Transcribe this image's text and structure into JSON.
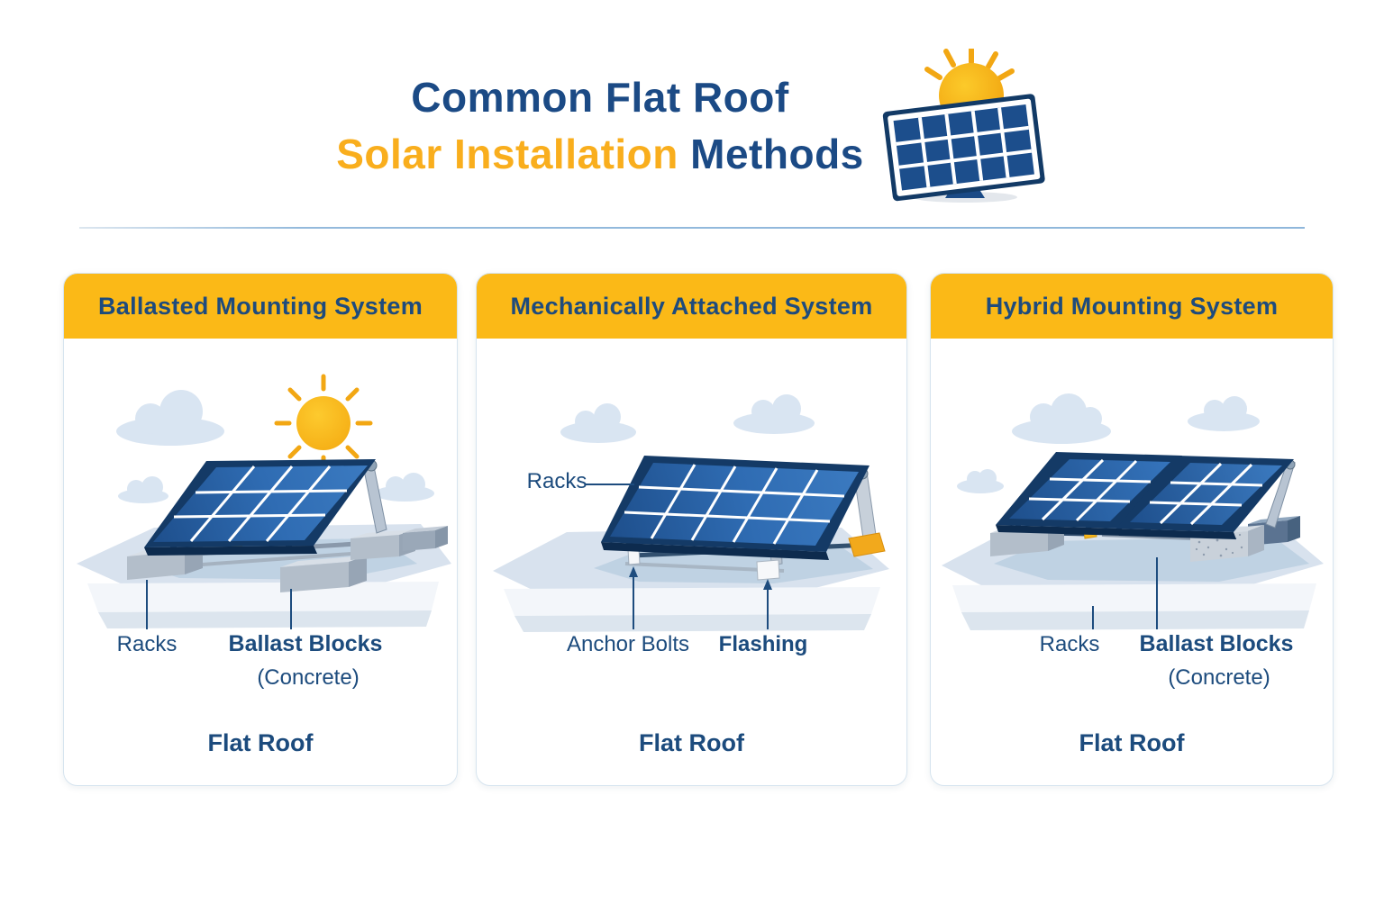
{
  "title": {
    "line1": "Common Flat Roof",
    "line2_highlight": "Solar Installation",
    "line2_rest": " Methods"
  },
  "colors": {
    "navy_text": "#1B4A85",
    "title_yellow": "#F9AE1D",
    "header_yellow": "#FBB917",
    "card_border": "#D6E4EF",
    "divider_blue": "#8FB7DB",
    "panel_cell_blue": "#2F6CB3",
    "panel_frame_navy": "#143A66",
    "roof_gray_blue": "#D8E2EE",
    "cloud_blue": "#D9E5F2",
    "block_gray": "#B3BECA",
    "sun_yellow": "#F8B816"
  },
  "cards": [
    {
      "header": "Ballasted Mounting System",
      "racks_label": "Racks",
      "ballast_label": "Ballast Blocks",
      "concrete_label": "(Concrete)",
      "footer": "Flat Roof"
    },
    {
      "header": "Mechanically Attached System",
      "racks_label": "Racks",
      "anchor_label": "Anchor Bolts",
      "flashing_label": "Flashing",
      "footer": "Flat Roof"
    },
    {
      "header": "Hybrid Mounting System",
      "racks_label": "Racks",
      "ballast_label": "Ballast Blocks",
      "concrete_label": "(Concrete)",
      "footer": "Flat Roof"
    }
  ]
}
